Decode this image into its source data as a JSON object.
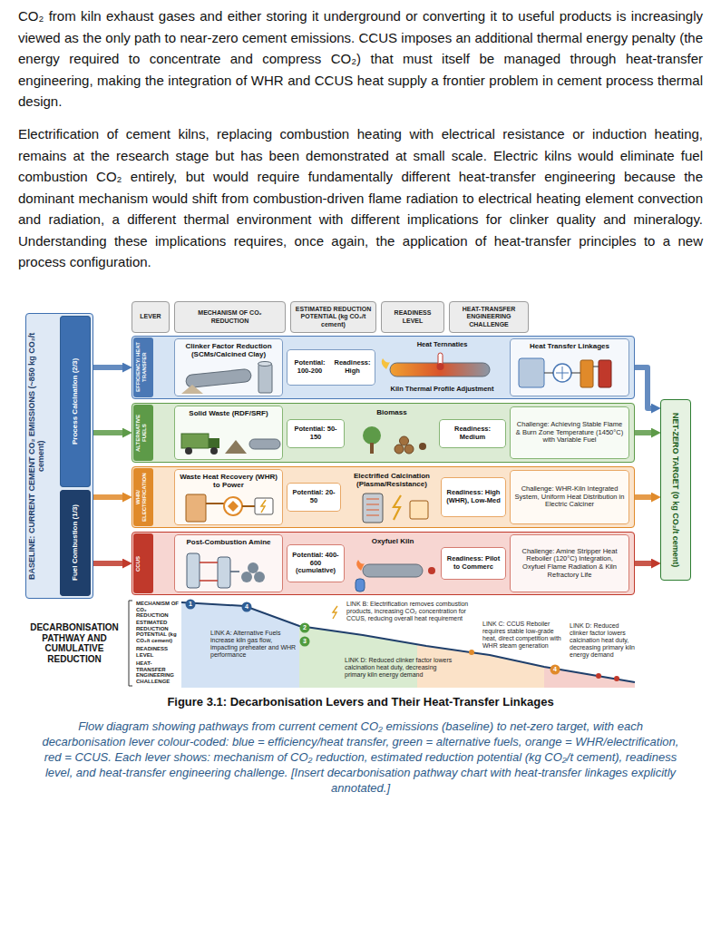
{
  "diagram": {
    "title": "Figure 3.1: Decarbonisation Levers and Their Heat-Transfer Linkages",
    "caption": "Flow diagram showing pathways from current cement CO₂ emissions (baseline) to net-zero target, with each decarbonisation lever colour-coded: blue = efficiency/heat transfer, green = alternative fuels, orange = WHR/electrification, red = CCUS. Each lever shows: mechanism of CO₂ reduction, estimated reduction potential (kg CO₂/t cement), readiness level, and heat-transfer engineering challenge. [Insert decarbonisation pathway chart with heat-transfer linkages explicitly annotated.]",
    "nodes": [
      {
        "text": [
          "BASELINE: CURRENT CEMENT CO₂ EMISSIONS (~850 kg CO₂/t cement)"
        ]
      },
      {
        "text": [
          "Process Calcination (2/3)"
        ],
        "in": 0
      },
      {
        "text": [
          "Fuel Combustion (1/3)"
        ],
        "in": 0
      },
      {
        "text": [
          "LEVER"
        ]
      },
      {
        "text": [
          "MECHANISM OF CO₂ REDUCTION"
        ]
      },
      {
        "text": [
          "ESTIMATED REDUCTION POTENTIAL (kg CO₂/t cement)"
        ]
      },
      {
        "text": [
          "READINESS LEVEL"
        ]
      },
      {
        "text": [
          "HEAT-TRANSFER ENGINEERING CHALLENGE"
        ]
      },
      {
        "text": [
          "EFFICIENCY/ HEAT TRANSFER"
        ]
      },
      {
        "text": [
          "Clinker Factor Reduction (SCMs/Calcined Clay)"
        ],
        "in": 8
      },
      {
        "text": [
          "Potential: 100-200",
          "Readiness: High"
        ],
        "in": 8
      },
      {
        "text": [
          "Heat Ternnaties",
          "Kiln Thermal Profile Adjustment"
        ],
        "in": 8
      },
      {
        "text": [
          "Heat Transfer Linkages"
        ],
        "in": 8
      },
      {
        "text": [
          "ALTERNATIVE FUELS"
        ]
      },
      {
        "text": [
          "Solid Waste (RDF/SRF)"
        ],
        "in": 13
      },
      {
        "text": [
          "Potential: 50-150"
        ],
        "in": 13
      },
      {
        "text": [
          "Biomass"
        ],
        "in": 13
      },
      {
        "text": [
          "Readiness: Medium"
        ],
        "in": 13
      },
      {
        "text": [
          "Challenge: Achieving Stable Flame & Burn Zone Temperature (1450°C) with Variable Fuel"
        ],
        "in": 13
      },
      {
        "text": [
          "WHR/ ELECTRIFICATION"
        ]
      },
      {
        "text": [
          "Waste Heat Recovery (WHR) to Power"
        ],
        "in": 19
      },
      {
        "text": [
          "Potential: 20-50"
        ],
        "in": 19
      },
      {
        "text": [
          "Electrified Calcination (Plasma/Resistance)"
        ],
        "in": 19
      },
      {
        "text": [
          "Readiness: High (WHR), Low-Med"
        ],
        "in": 19
      },
      {
        "text": [
          "Challenge: WHR-Kiln Integrated System, Uniform Heat Distribution in Electric Calciner"
        ],
        "in": 19
      },
      {
        "text": [
          "CCUS"
        ]
      },
      {
        "text": [
          "Post-Combustion Amine"
        ],
        "in": 25
      },
      {
        "text": [
          "Potential: 400-600 (cumulative)"
        ],
        "in": 25
      },
      {
        "text": [
          "Oxyfuel Kiln"
        ],
        "in": 25
      },
      {
        "text": [
          "Readiness: Pilot to Commerc"
        ],
        "in": 25
      },
      {
        "text": [
          "Challenge: Amine Stripper Heat Reboiler (120°C) Integration, Oxyfuel Flame Radiation & Kiln Refractory Life"
        ],
        "in": 25
      },
      {
        "text": [
          "NET-ZERO TARGET (0 kg CO₂/t cement)"
        ]
      }
    ],
    "edges": [
      {
        "from": 0,
        "to": 8,
        "arrow": "to"
      },
      {
        "from": 0,
        "to": 13,
        "arrow": "to"
      },
      {
        "from": 0,
        "to": 19,
        "arrow": "to"
      },
      {
        "from": 0,
        "to": 25,
        "arrow": "to"
      },
      {
        "from": 8,
        "to": 31,
        "arrow": "to"
      },
      {
        "from": 13,
        "to": 31,
        "arrow": "to"
      },
      {
        "from": 19,
        "to": 31,
        "arrow": "to"
      },
      {
        "from": 25,
        "to": 31,
        "arrow": "to"
      }
    ],
    "labels": [
      "CO₂ from kiln exhaust gases and either storing it underground or converting it to useful products is increasingly viewed as the only path to near-zero cement emissions. CCUS imposes an additional thermal energy penalty (the energy required to concentrate and compress CO₂) that must itself be managed through heat-transfer engineering, making the integration of WHR and CCUS heat supply a frontier problem in cement process thermal design.",
      "Electrification of cement kilns, replacing combustion heating with electrical resistance or induction heating, remains at the research stage but has been demonstrated at small scale. Electric kilns would eliminate fuel combustion CO₂ entirely, but would require fundamentally different heat-transfer engineering because the dominant mechanism would shift from combustion-driven flame radiation to electrical heating element convection and radiation, a different thermal environment with different implications for clinker quality and mineralogy. Understanding these implications requires, once again, the application of heat-transfer principles to a new process configuration.",
      "DECARBONISATION PATHWAY AND CUMULATIVE REDUCTION",
      "MECHANISM OF CO₂ REDUCTION",
      "ESTIMATED REDUCTION POTENTIAL (kg CO₂/t cement)",
      "READINESS LEVEL",
      "HEAT-TRANSFER ENGINEERING CHALLENGE",
      "LINK A: Alternative Fuels increase kiln gas flow, impacting preheater and WHR performance",
      "LINK B: Electrification removes combustion products, increasing CO₂ concentration for CCUS, reducing overall heat requirement",
      "LINK C: CCUS Reboiler requires stable low-grade heat, direct competition with WHR steam generation",
      "LINK D: Reduced clinker factor lowers calcination heat duty, decreasing primary kiln energy demand",
      "LINK D: Reduced clinker factor lowers calcination heat duty, decreasing primary kiln energy demand",
      "1",
      "4",
      "2",
      "3",
      "4"
    ]
  }
}
